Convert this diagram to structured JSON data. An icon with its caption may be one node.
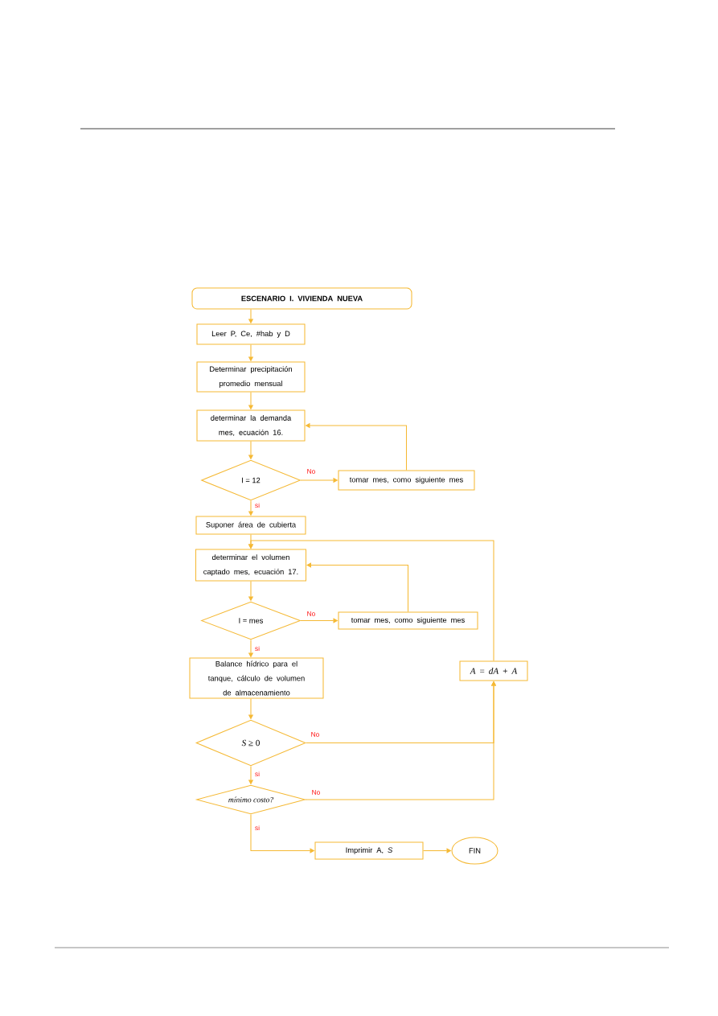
{
  "diagram": {
    "nodes": [
      {
        "text": [
          "ESCENARIO I. VIVIENDA NUEVA"
        ]
      },
      {
        "text": [
          "Leer P, Ce, #hab y D"
        ]
      },
      {
        "text": [
          "Determinar precipitación promedio mensual"
        ]
      },
      {
        "text": [
          "determinar la demanda mes, ecuación 16."
        ]
      },
      {
        "text": [
          "I = 12"
        ]
      },
      {
        "text": [
          "tomar mes, como siguiente mes"
        ]
      },
      {
        "text": [
          "Suponer área de cubierta"
        ]
      },
      {
        "text": [
          "determinar el volumen captado mes, ecuación 17."
        ]
      },
      {
        "text": [
          "I = mes"
        ]
      },
      {
        "text": [
          "tomar mes, como siguiente mes"
        ]
      },
      {
        "text": [
          "Balance hídrico para el tanque, cálculo de volumen de almacenamiento"
        ]
      },
      {
        "text": [
          "*A* = *dA* + *A*"
        ]
      },
      {
        "text": [
          "*S* ≥ 0"
        ]
      },
      {
        "text": [
          "mínimo costo?"
        ]
      },
      {
        "text": [
          "Imprimir A, *S*"
        ]
      },
      {
        "text": [
          "FIN"
        ]
      }
    ],
    "edges": [
      {
        "from": 0,
        "to": 1,
        "arrow": "to"
      },
      {
        "from": 1,
        "to": 2,
        "arrow": "to"
      },
      {
        "from": 2,
        "to": 3,
        "arrow": "to"
      },
      {
        "from": 3,
        "to": 4,
        "arrow": "to"
      },
      {
        "from": 4,
        "to": 5,
        "arrow": "to",
        "label": "No"
      },
      {
        "from": 5,
        "to": 3,
        "arrow": "to"
      },
      {
        "from": 4,
        "to": 6,
        "arrow": "to",
        "label": "si"
      },
      {
        "from": 6,
        "to": 7,
        "arrow": "to"
      },
      {
        "from": 11,
        "to": 7,
        "arrow": "to"
      },
      {
        "from": 7,
        "to": 8,
        "arrow": "to"
      },
      {
        "from": 8,
        "to": 9,
        "arrow": "to",
        "label": "No"
      },
      {
        "from": 9,
        "to": 7,
        "arrow": "to"
      },
      {
        "from": 8,
        "to": 10,
        "arrow": "to",
        "label": "si"
      },
      {
        "from": 10,
        "to": 12,
        "arrow": "to"
      },
      {
        "from": 12,
        "to": 11,
        "arrow": "to",
        "label": "No"
      },
      {
        "from": 12,
        "to": 13,
        "arrow": "to",
        "label": "si"
      },
      {
        "from": 13,
        "to": 11,
        "arrow": "to",
        "label": "No"
      },
      {
        "from": 13,
        "to": 14,
        "arrow": "to",
        "label": "si"
      },
      {
        "from": 14,
        "to": 15,
        "arrow": "to"
      }
    ]
  }
}
